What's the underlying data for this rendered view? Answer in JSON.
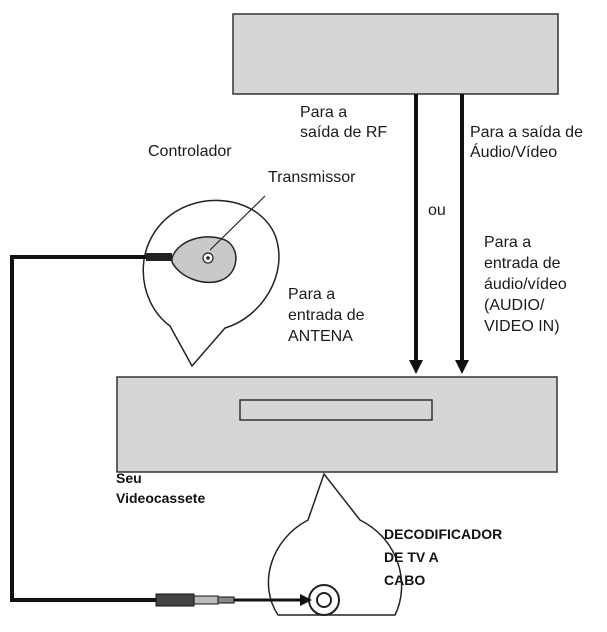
{
  "labels": {
    "controlador": "Controlador",
    "transmissor": "Transmissor",
    "rf": "Para a\nsaída de RF",
    "av_out": "Para a saída de\nÁudio/Vídeo",
    "ou": "ou",
    "av_in": "Para a\nentrada de\náudio/vídeo\n(AUDIO/\nVIDEO IN)",
    "antena": "Para a\nentrada de\nANTENA",
    "vcr": "Seu\nVideocassete",
    "decoder": "DECODIFICADOR\nDE TV A\nCABO"
  },
  "colors": {
    "box_fill": "#d6d6d6",
    "line": "#111111",
    "background": "#ffffff"
  }
}
